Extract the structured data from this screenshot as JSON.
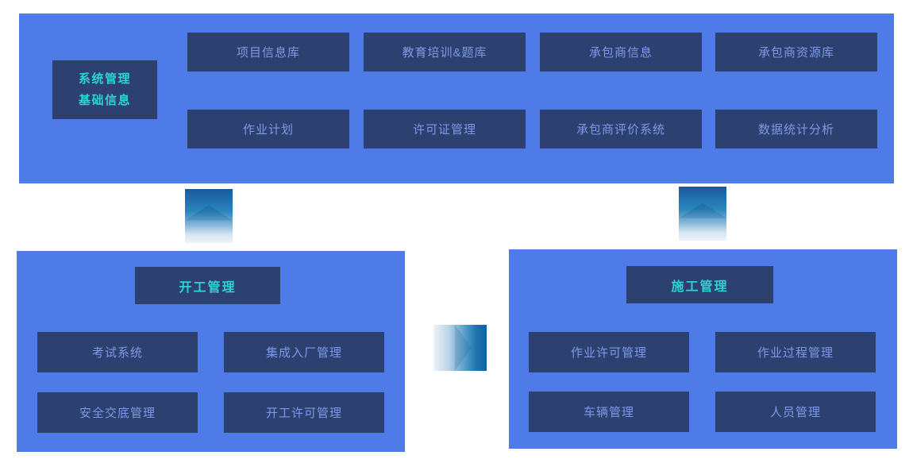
{
  "colors": {
    "panel_blue": "#4f7be9",
    "box_navy": "#2d4170",
    "box_label": "#7d98e8",
    "title_teal": "#2bd2d6",
    "arrow_dark": "#175a9e",
    "arrow_light": "#edf3f9"
  },
  "top_panel": {
    "title_lines": [
      "系统管理",
      "基础信息"
    ],
    "rows": [
      [
        "项目信息库",
        "教育培训&题库",
        "承包商信息",
        "承包商资源库"
      ],
      [
        "作业计划",
        "许可证管理",
        "承包商评价系统",
        "数据统计分析"
      ]
    ]
  },
  "left_panel": {
    "title": "开工管理",
    "rows": [
      [
        "考试系统",
        "集成入厂管理"
      ],
      [
        "安全交底管理",
        "开工许可管理"
      ]
    ]
  },
  "right_panel": {
    "title": "施工管理",
    "rows": [
      [
        "作业许可管理",
        "作业过程管理"
      ],
      [
        "车辆管理",
        "人员管理"
      ]
    ]
  }
}
